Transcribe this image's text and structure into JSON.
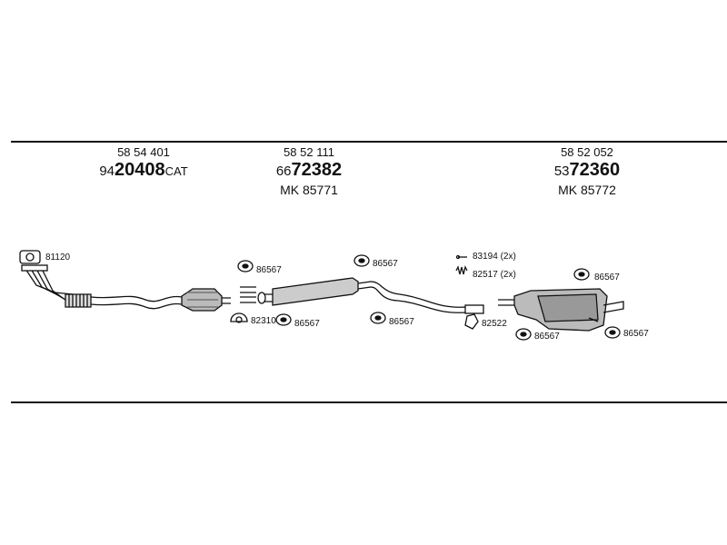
{
  "groups": [
    {
      "number": "58 54 401",
      "code_prefix": "94",
      "code_main": "20408",
      "code_suffix": "CAT",
      "kit": ""
    },
    {
      "number": "58 52 111",
      "code_prefix": "66",
      "code_main": "72382",
      "code_suffix": "",
      "kit": "MK  85771"
    },
    {
      "number": "58 52 052",
      "code_prefix": "53",
      "code_main": "72360",
      "code_suffix": "",
      "kit": "MK  85772"
    }
  ],
  "parts": {
    "p81120": "81120",
    "p86567_a": "86567",
    "p82310": "82310",
    "p86567_b": "86567",
    "p86567_c": "86567",
    "p86567_d": "86567",
    "p83194": "83194 (2x)",
    "p82517": "82517 (2x)",
    "p82522": "82522",
    "p86567_e": "86567",
    "p86567_f": "86567",
    "p86567_g": "86567"
  }
}
